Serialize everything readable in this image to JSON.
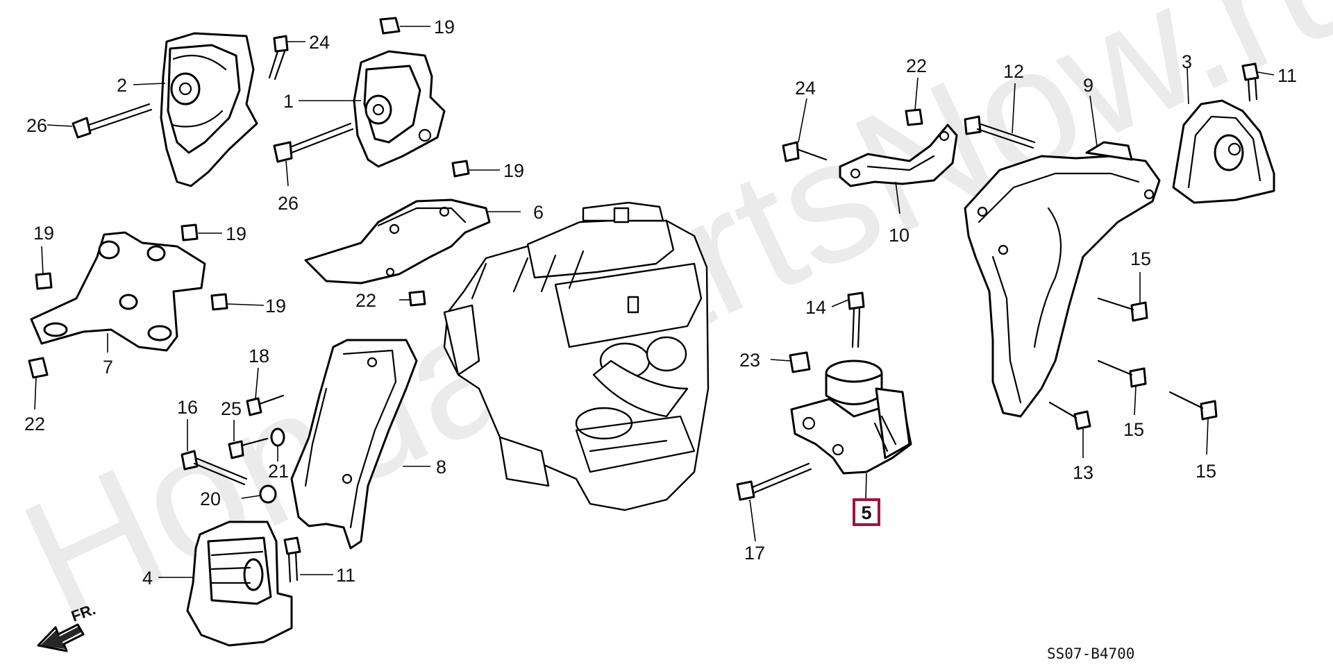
{
  "diagram": {
    "code": "SS07-B4700",
    "watermark": "HondaPartsNow.ru",
    "direction_label": "FR.",
    "highlighted_label": "5",
    "highlight_color": "#a0143c",
    "callouts": {
      "c1": "1",
      "c2": "2",
      "c3": "3",
      "c4": "4",
      "c5": "5",
      "c6": "6",
      "c7": "7",
      "c8": "8",
      "c9": "9",
      "c10": "10",
      "c11a": "11",
      "c11b": "11",
      "c12": "12",
      "c13": "13",
      "c14": "14",
      "c15a": "15",
      "c15b": "15",
      "c15c": "15",
      "c16": "16",
      "c17": "17",
      "c18": "18",
      "c19a": "19",
      "c19b": "19",
      "c19c": "19",
      "c19d": "19",
      "c19e": "19",
      "c20": "20",
      "c21": "21",
      "c22a": "22",
      "c22b": "22",
      "c22c": "22",
      "c23": "23",
      "c24a": "24",
      "c24b": "24",
      "c25": "25",
      "c26a": "26",
      "c26b": "26"
    }
  }
}
